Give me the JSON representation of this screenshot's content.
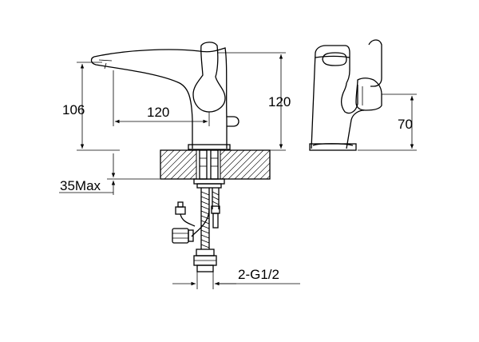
{
  "dimensions": {
    "body_height": "106",
    "spout_reach": "120",
    "total_height": "120",
    "lever_height": "70",
    "deck_max": "35Max",
    "connection": "2-G1/2"
  },
  "colors": {
    "line": "#000000",
    "background": "#ffffff"
  }
}
